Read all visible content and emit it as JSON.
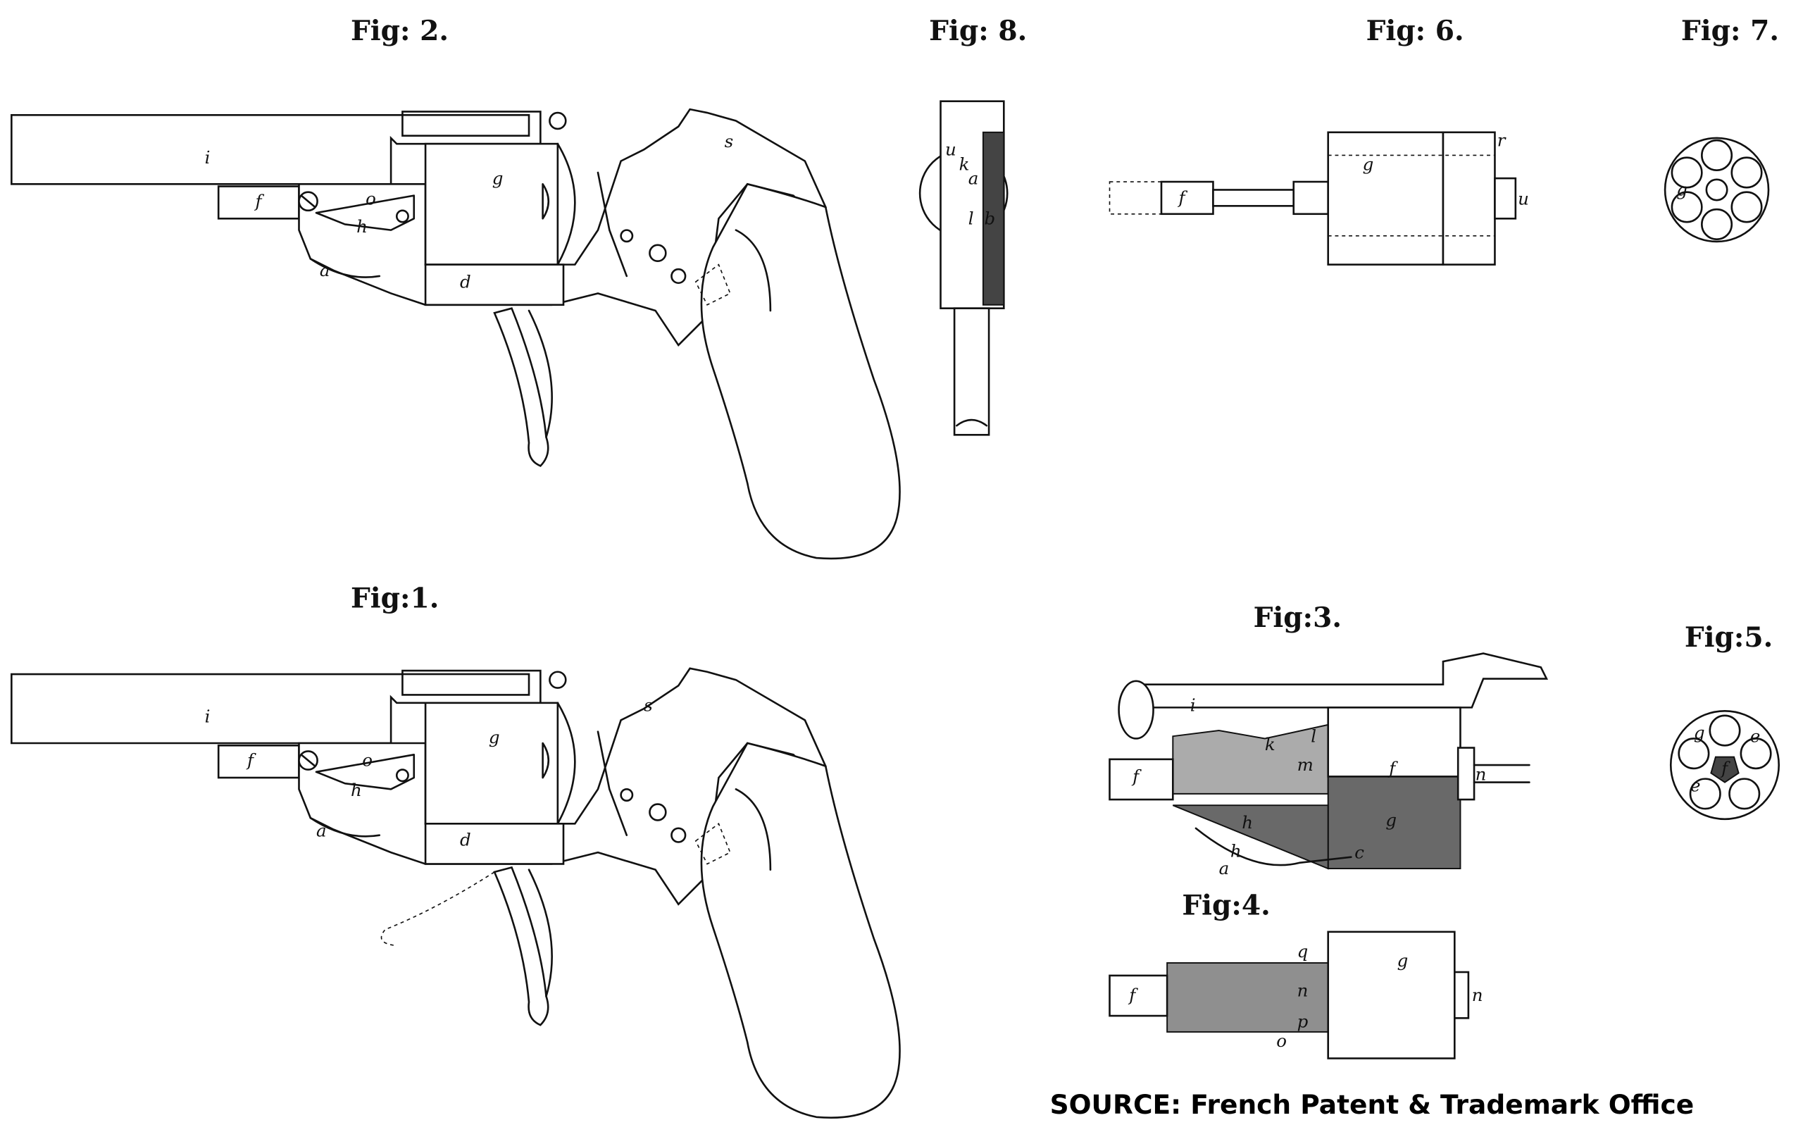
{
  "figures": {
    "fig1": {
      "label": "Fig:1.",
      "letters": [
        "i",
        "f",
        "o",
        "h",
        "g",
        "d",
        "a",
        "s"
      ]
    },
    "fig2": {
      "label": "Fig: 2.",
      "letters": [
        "i",
        "f",
        "o",
        "h",
        "g",
        "d",
        "a",
        "s"
      ]
    },
    "fig3": {
      "label": "Fig:3.",
      "letters": [
        "i",
        "k",
        "l",
        "m",
        "f",
        "f",
        "g",
        "h",
        "h",
        "a",
        "c",
        "n"
      ]
    },
    "fig4": {
      "label": "Fig:4.",
      "letters": [
        "f",
        "g",
        "q",
        "n",
        "p",
        "o",
        "n"
      ]
    },
    "fig5": {
      "label": "Fig:5.",
      "letters": [
        "g",
        "f",
        "e",
        "e"
      ]
    },
    "fig6": {
      "label": "Fig: 6.",
      "letters": [
        "g",
        "f",
        "r",
        "u"
      ]
    },
    "fig7": {
      "label": "Fig: 7.",
      "letters": [
        "g"
      ]
    },
    "fig8": {
      "label": "Fig: 8.",
      "letters": [
        "u",
        "k",
        "a",
        "l",
        "b"
      ]
    }
  },
  "source": "SOURCE: French Patent & Trademark Office"
}
